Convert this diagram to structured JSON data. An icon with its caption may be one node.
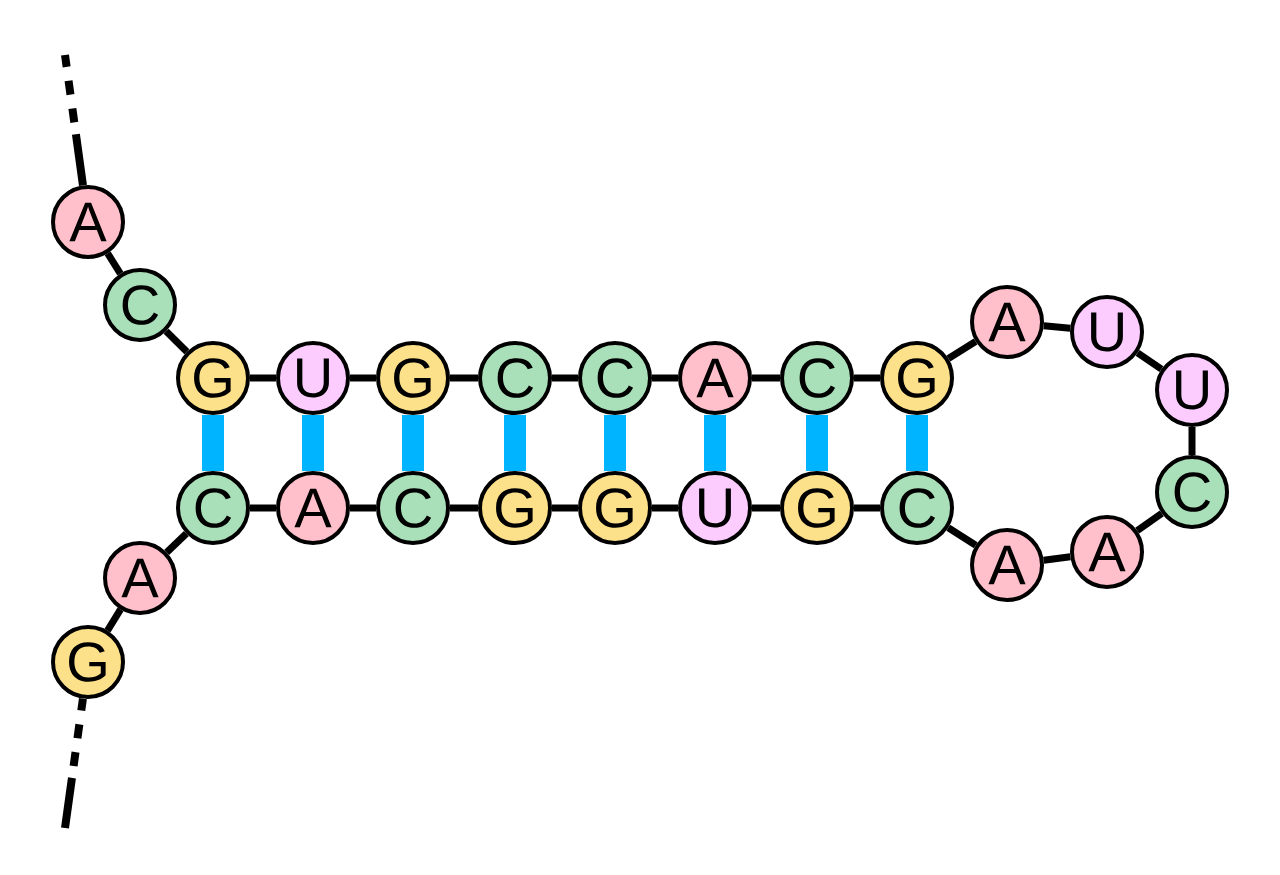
{
  "diagram": {
    "nodes": [
      {
        "text": [
          "A"
        ]
      },
      {
        "text": [
          "C"
        ]
      },
      {
        "text": [
          "G"
        ]
      },
      {
        "text": [
          "U"
        ]
      },
      {
        "text": [
          "G"
        ]
      },
      {
        "text": [
          "C"
        ]
      },
      {
        "text": [
          "C"
        ]
      },
      {
        "text": [
          "A"
        ]
      },
      {
        "text": [
          "C"
        ]
      },
      {
        "text": [
          "G"
        ]
      },
      {
        "text": [
          "A"
        ]
      },
      {
        "text": [
          "U"
        ]
      },
      {
        "text": [
          "U"
        ]
      },
      {
        "text": [
          "C"
        ]
      },
      {
        "text": [
          "A"
        ]
      },
      {
        "text": [
          "A"
        ]
      },
      {
        "text": [
          "C"
        ]
      },
      {
        "text": [
          "G"
        ]
      },
      {
        "text": [
          "U"
        ]
      },
      {
        "text": [
          "G"
        ]
      },
      {
        "text": [
          "G"
        ]
      },
      {
        "text": [
          "C"
        ]
      },
      {
        "text": [
          "A"
        ]
      },
      {
        "text": [
          "C"
        ]
      },
      {
        "text": [
          "A"
        ]
      },
      {
        "text": [
          "G"
        ]
      }
    ],
    "edges": [
      {
        "from": null,
        "to": 0,
        "arrow": "none",
        "style": "dashed"
      },
      {
        "from": 0,
        "to": 1,
        "arrow": "none"
      },
      {
        "from": 1,
        "to": 2,
        "arrow": "none"
      },
      {
        "from": 2,
        "to": 3,
        "arrow": "none"
      },
      {
        "from": 3,
        "to": 4,
        "arrow": "none"
      },
      {
        "from": 4,
        "to": 5,
        "arrow": "none"
      },
      {
        "from": 5,
        "to": 6,
        "arrow": "none"
      },
      {
        "from": 6,
        "to": 7,
        "arrow": "none"
      },
      {
        "from": 7,
        "to": 8,
        "arrow": "none"
      },
      {
        "from": 8,
        "to": 9,
        "arrow": "none"
      },
      {
        "from": 9,
        "to": 10,
        "arrow": "none"
      },
      {
        "from": 10,
        "to": 11,
        "arrow": "none"
      },
      {
        "from": 11,
        "to": 12,
        "arrow": "none"
      },
      {
        "from": 12,
        "to": 13,
        "arrow": "none"
      },
      {
        "from": 13,
        "to": 14,
        "arrow": "none"
      },
      {
        "from": 14,
        "to": 15,
        "arrow": "none"
      },
      {
        "from": 15,
        "to": 16,
        "arrow": "none"
      },
      {
        "from": 16,
        "to": 17,
        "arrow": "none"
      },
      {
        "from": 17,
        "to": 18,
        "arrow": "none"
      },
      {
        "from": 18,
        "to": 19,
        "arrow": "none"
      },
      {
        "from": 19,
        "to": 20,
        "arrow": "none"
      },
      {
        "from": 20,
        "to": 21,
        "arrow": "none"
      },
      {
        "from": 21,
        "to": 22,
        "arrow": "none"
      },
      {
        "from": 22,
        "to": 23,
        "arrow": "none"
      },
      {
        "from": 23,
        "to": 24,
        "arrow": "none"
      },
      {
        "from": 24,
        "to": 25,
        "arrow": "none"
      },
      {
        "from": 25,
        "to": null,
        "arrow": "none",
        "style": "dashed"
      },
      {
        "from": 2,
        "to": 23,
        "arrow": "none",
        "style": "thick",
        "color": "#00b4ff"
      },
      {
        "from": 3,
        "to": 22,
        "arrow": "none",
        "style": "thick",
        "color": "#00b4ff"
      },
      {
        "from": 4,
        "to": 21,
        "arrow": "none",
        "style": "thick",
        "color": "#00b4ff"
      },
      {
        "from": 5,
        "to": 20,
        "arrow": "none",
        "style": "thick",
        "color": "#00b4ff"
      },
      {
        "from": 6,
        "to": 19,
        "arrow": "none",
        "style": "thick",
        "color": "#00b4ff"
      },
      {
        "from": 7,
        "to": 18,
        "arrow": "none",
        "style": "thick",
        "color": "#00b4ff"
      },
      {
        "from": 8,
        "to": 17,
        "arrow": "none",
        "style": "thick",
        "color": "#00b4ff"
      },
      {
        "from": 9,
        "to": 16,
        "arrow": "none",
        "style": "thick",
        "color": "#00b4ff"
      }
    ]
  }
}
